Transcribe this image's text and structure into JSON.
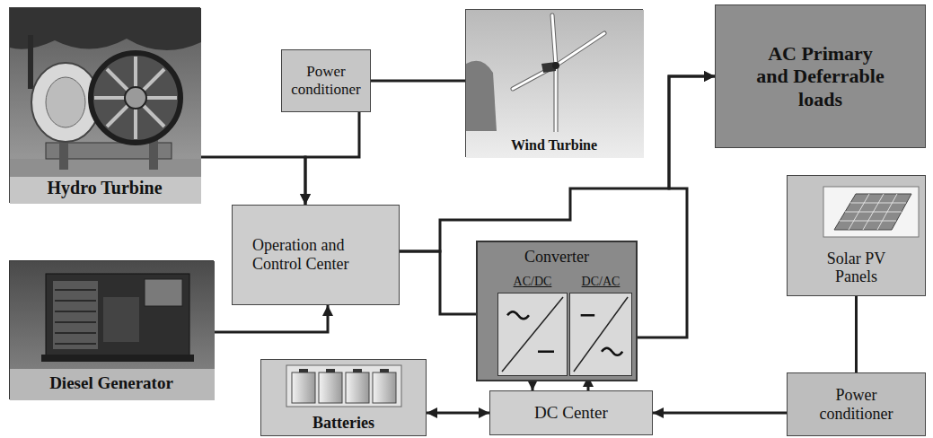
{
  "diagram": {
    "nodes": [
      {
        "text": [
          "Hydro Turbine"
        ]
      },
      {
        "text": [
          "Power conditioner"
        ]
      },
      {
        "text": [
          "Wind Turbine"
        ]
      },
      {
        "text": [
          "AC Primary and Deferrable loads"
        ]
      },
      {
        "text": [
          "Operation and Control Center"
        ]
      },
      {
        "text": [
          "Solar PV Panels"
        ]
      },
      {
        "text": [
          "Diesel Generator"
        ]
      },
      {
        "text": [
          "Converter"
        ]
      },
      {
        "text": [
          "AC/DC"
        ],
        "in": 7
      },
      {
        "text": [
          "DC/AC"
        ],
        "in": 7
      },
      {
        "text": [
          "Batteries"
        ]
      },
      {
        "text": [
          "DC Center"
        ]
      },
      {
        "text": [
          "Power conditioner"
        ]
      }
    ],
    "edges": [
      {
        "from": 1,
        "to": 2,
        "arrow": "none"
      },
      {
        "from": 0,
        "to": 4,
        "arrow": "to"
      },
      {
        "from": 1,
        "to": 4,
        "arrow": "to"
      },
      {
        "from": 6,
        "to": 4,
        "arrow": "to"
      },
      {
        "from": 4,
        "to": 8,
        "arrow": "to"
      },
      {
        "from": 4,
        "to": 3,
        "arrow": "to"
      },
      {
        "from": 9,
        "to": 3,
        "arrow": "to"
      },
      {
        "from": 8,
        "to": 11,
        "arrow": "to"
      },
      {
        "from": 11,
        "to": 9,
        "arrow": "to"
      },
      {
        "from": 10,
        "to": 11,
        "arrow": "both"
      },
      {
        "from": 5,
        "to": 12,
        "arrow": "none"
      },
      {
        "from": 12,
        "to": 11,
        "arrow": "to"
      }
    ]
  }
}
